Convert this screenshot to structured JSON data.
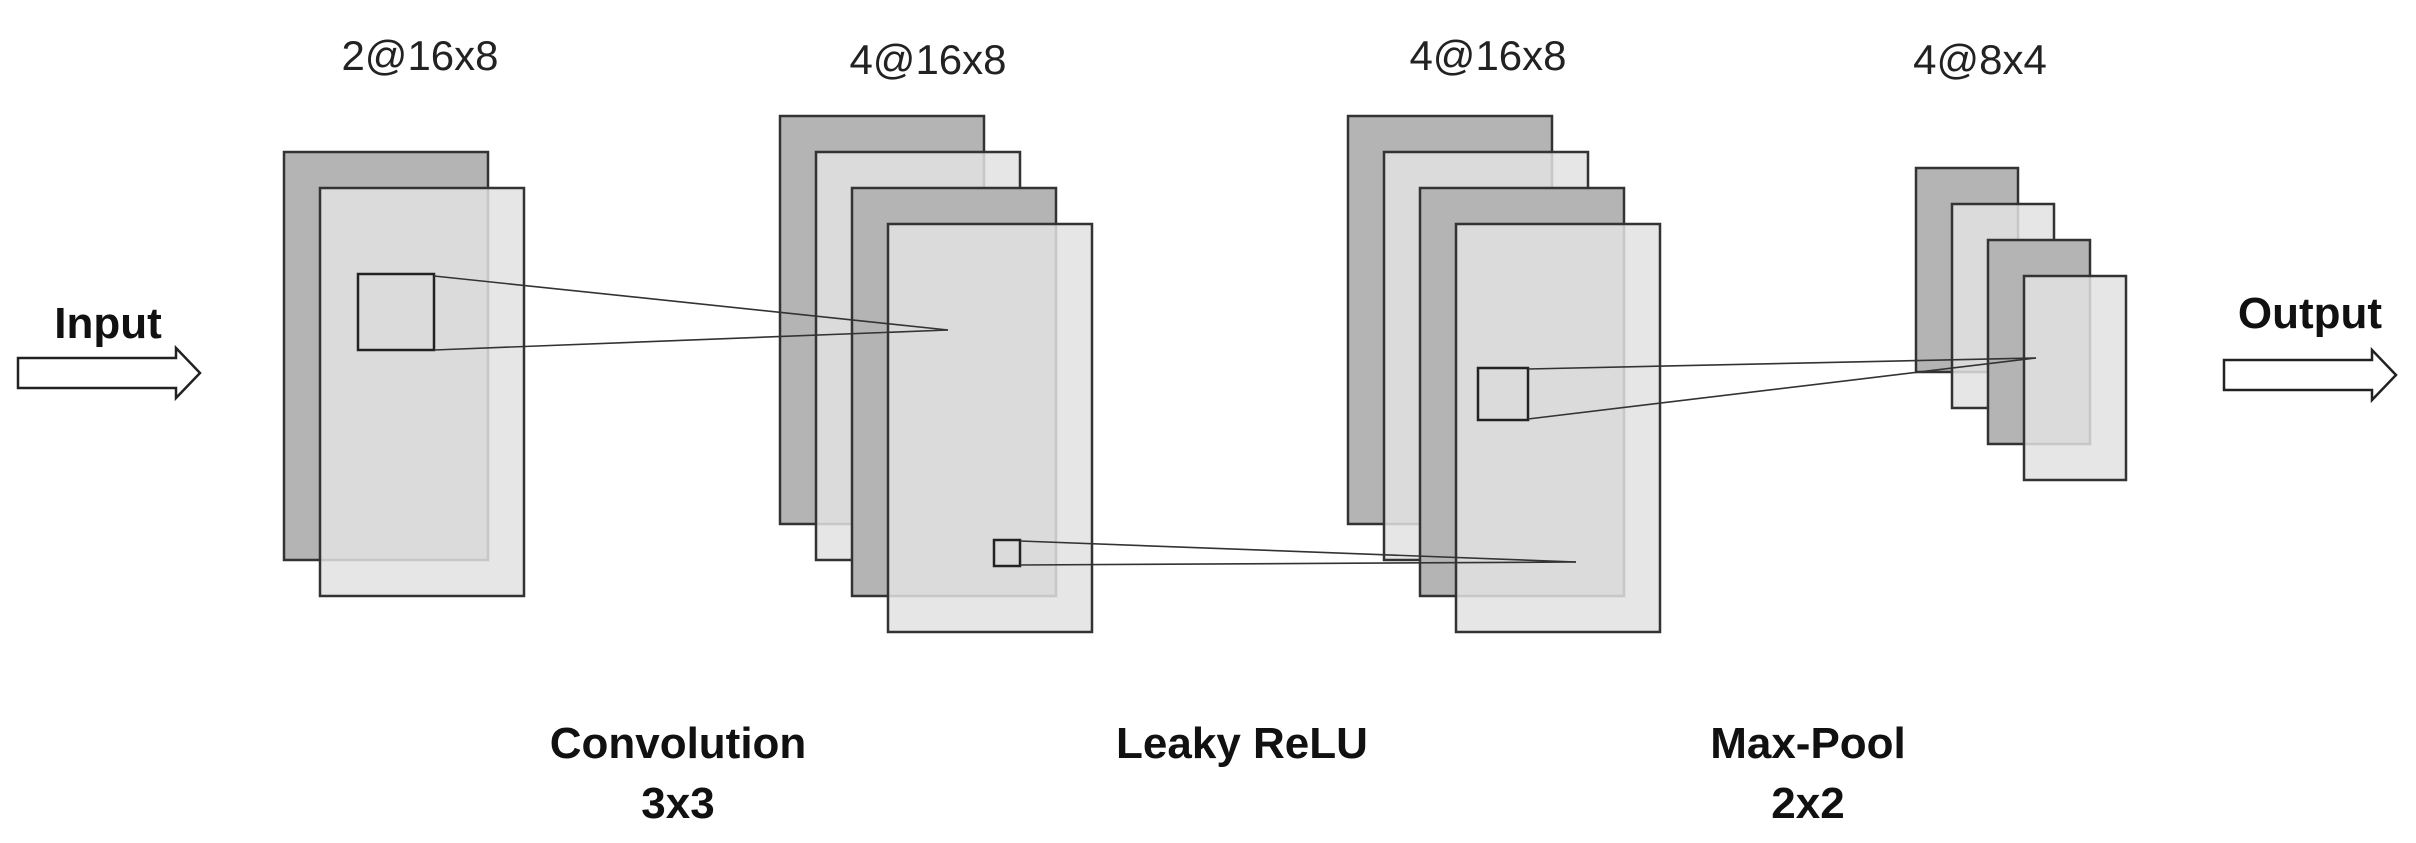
{
  "io": {
    "input": "Input",
    "output": "Output"
  },
  "layers": [
    {
      "label": "2@16x8"
    },
    {
      "label": "4@16x8"
    },
    {
      "label": "4@16x8"
    },
    {
      "label": "4@8x4"
    }
  ],
  "operations": [
    {
      "line1": "Convolution",
      "line2": "3x3"
    },
    {
      "line1": "Leaky ReLU",
      "line2": ""
    },
    {
      "line1": "Max-Pool",
      "line2": "2x2"
    }
  ],
  "colors": {
    "dark_map": "#b4b4b4",
    "light_map": "#e2e2e2",
    "stroke": "#333333"
  }
}
